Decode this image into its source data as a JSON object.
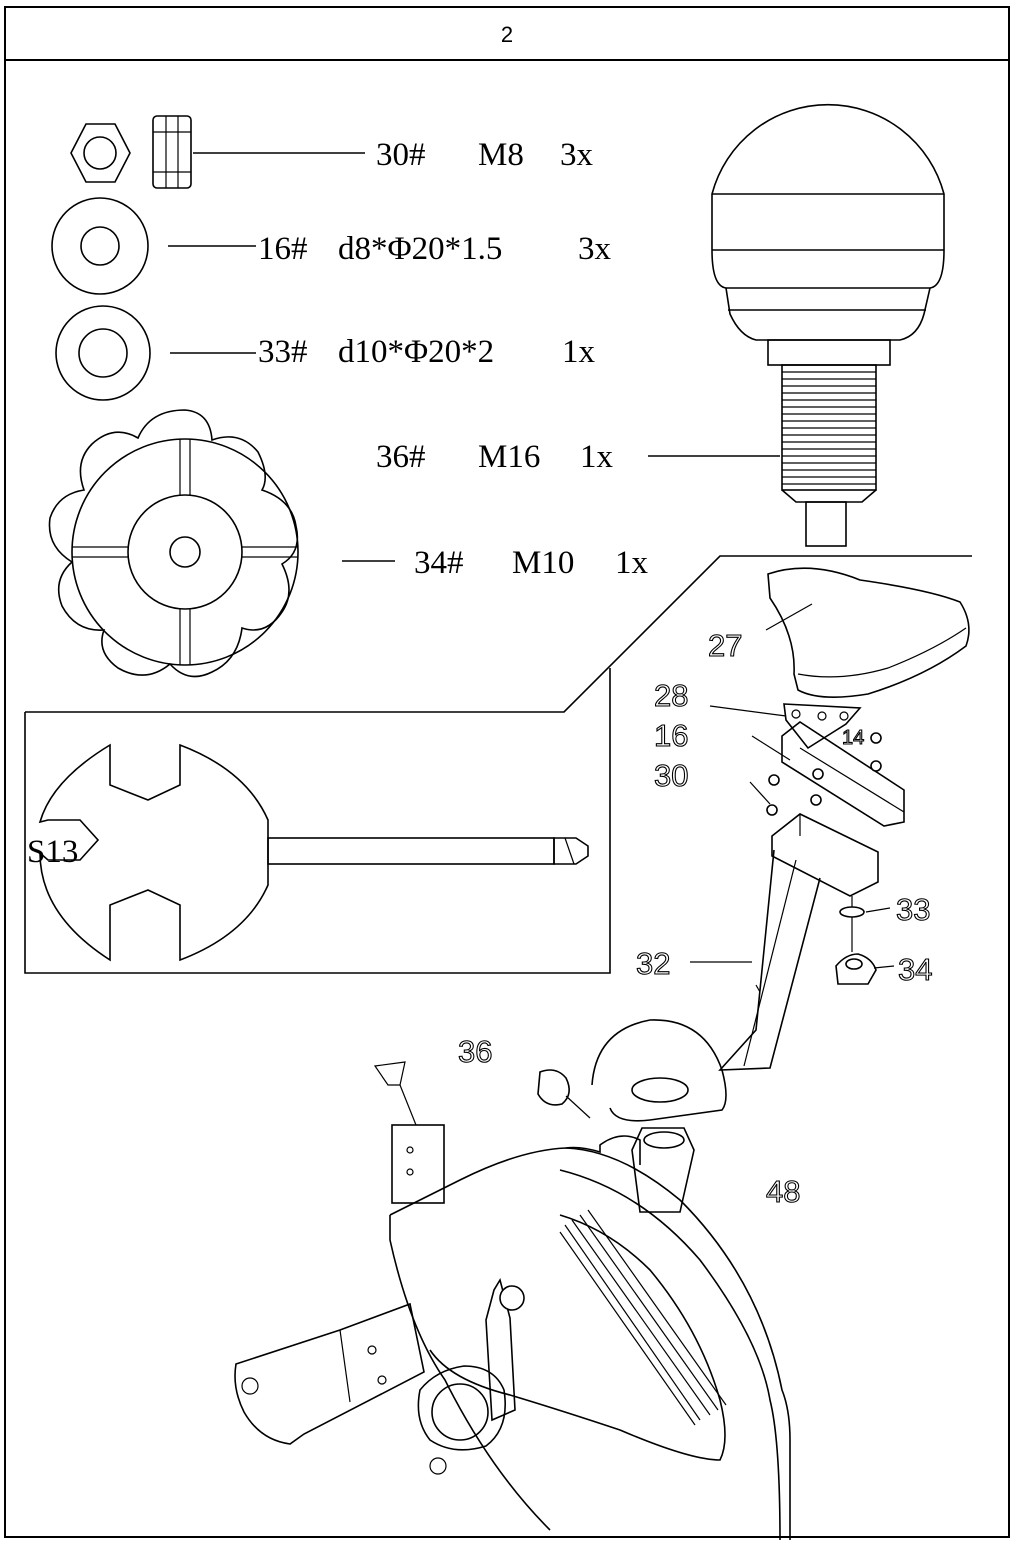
{
  "step": {
    "number": "2"
  },
  "parts": [
    {
      "code": "30#",
      "spec": "M8",
      "qty": "3x"
    },
    {
      "code": "16#",
      "spec": "d8*Φ20*1.5",
      "qty": "3x"
    },
    {
      "code": "33#",
      "spec": "d10*Φ20*2",
      "qty": "1x"
    },
    {
      "code": "36#",
      "spec": "M16",
      "qty": "1x"
    },
    {
      "code": "34#",
      "spec": "M10",
      "qty": "1x"
    }
  ],
  "tool": {
    "size_label": "S13"
  },
  "callouts": {
    "seat": "27",
    "seat_bracket": "28",
    "washer_d8": "16",
    "nut_m8": "30",
    "seat_post": "32",
    "washer_d10": "33",
    "knob_m10": "34",
    "knob_m16": "36",
    "frame_tube": "48",
    "small_nut": "14"
  }
}
